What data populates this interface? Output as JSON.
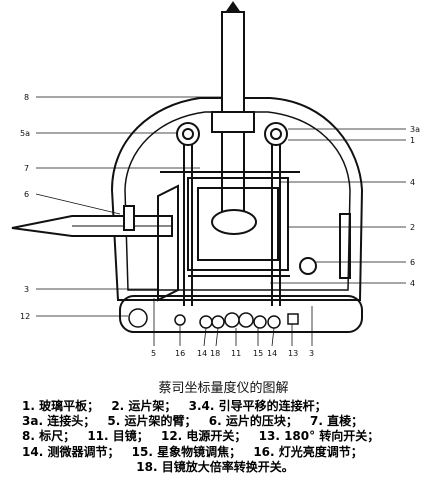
{
  "callouts": {
    "left": [
      "8",
      "5a",
      "7",
      "6",
      "3",
      "12"
    ],
    "right": [
      "3a",
      "1",
      "4",
      "2",
      "6",
      "4"
    ],
    "bottom": [
      "5",
      "16",
      "14",
      "18",
      "11",
      "15",
      "14",
      "13",
      "3"
    ]
  },
  "caption": "蔡司坐标量度仪的图解",
  "legend": [
    [
      {
        "key": "1.",
        "text": "玻璃平板；"
      },
      {
        "key": "2.",
        "text": "运片架；"
      },
      {
        "key": "3.4.",
        "text": "引导平移的连接杆；"
      }
    ],
    [
      {
        "key": "3a.",
        "text": "连接头；"
      },
      {
        "key": "5.",
        "text": "运片架的臂；"
      },
      {
        "key": "6.",
        "text": "运片的压块；"
      },
      {
        "key": "7.",
        "text": "直棱；"
      }
    ],
    [
      {
        "key": "8.",
        "text": "标尺；"
      },
      {
        "key": "11.",
        "text": "目镜；"
      },
      {
        "key": "12.",
        "text": "电源开关；"
      },
      {
        "key": "13.",
        "text": "180° 转向开关；"
      }
    ],
    [
      {
        "key": "14.",
        "text": "测微器调节；"
      },
      {
        "key": "15.",
        "text": "星象物镜调焦；"
      },
      {
        "key": "16.",
        "text": "灯光亮度调节；"
      }
    ],
    [
      {
        "key": "18.",
        "text": "目镜放大倍率转换开关。"
      }
    ]
  ]
}
